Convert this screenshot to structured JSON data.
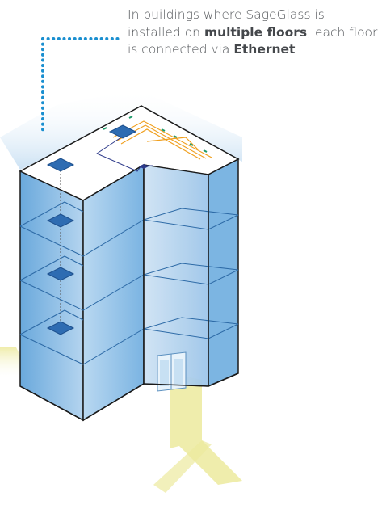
{
  "caption": {
    "part1": "In buildings where SageGlass is installed on ",
    "bold1": "multiple floors",
    "part2": ", each floor is connected via ",
    "bold2": "Ethernet",
    "part3": "."
  },
  "colors": {
    "glass": "#5a9fd4",
    "glass_light": "#a9cdec",
    "controller": "#2e6cb2",
    "dotted_leader": "#1a8fd0",
    "wiring": "#f0a020",
    "ground_glow": "#e8e48a",
    "outline": "#1a1a1a"
  },
  "icons": {
    "controller": "controller-box-icon",
    "door": "glass-door-icon"
  }
}
